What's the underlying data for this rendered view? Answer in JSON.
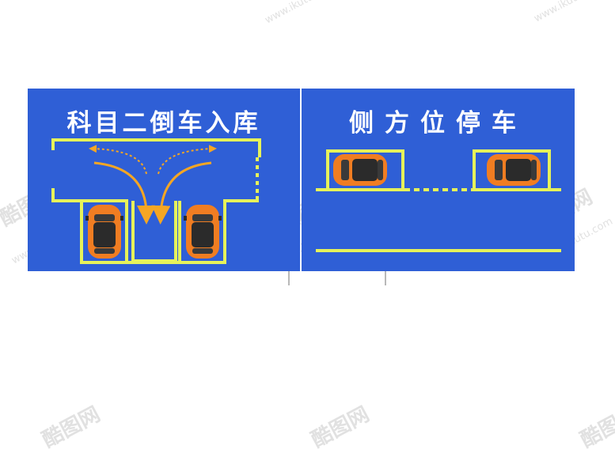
{
  "panels": {
    "left": {
      "title": "科目二倒车入库"
    },
    "right": {
      "title": "侧方位停车"
    }
  },
  "watermark": {
    "logo": "酷图网",
    "url": "www.ikutu.com"
  },
  "colors": {
    "sign_blue": "#2f5fd6",
    "line_yellow": "#e6f25a",
    "arrow_orange": "#f5a623",
    "car_orange": "#f07d22",
    "car_roof": "#2b2b2b"
  }
}
